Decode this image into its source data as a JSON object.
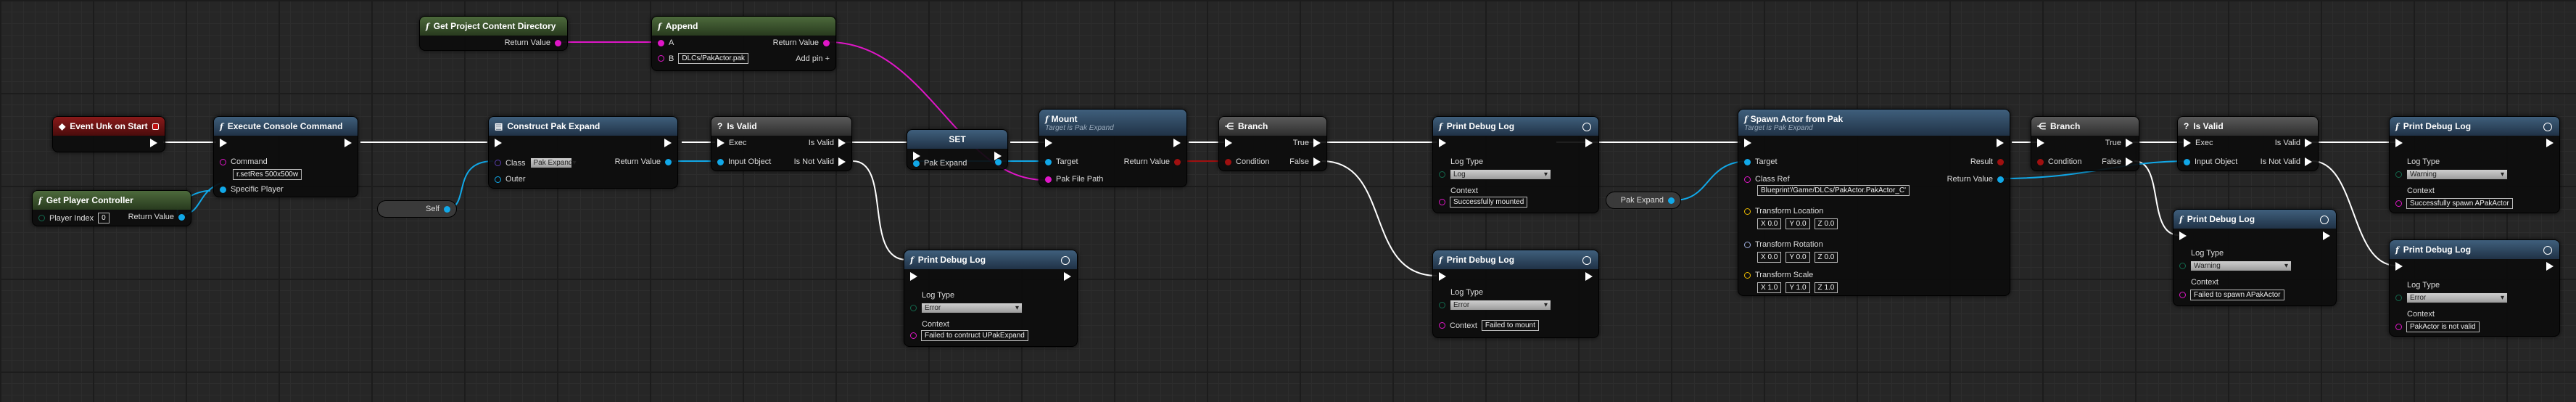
{
  "nodes": {
    "get_content_dir": {
      "title": "Get Project Content Directory",
      "return_value": "Return Value"
    },
    "append": {
      "title": "Append",
      "a": "A",
      "b": "B",
      "b_value": "DLCs/PakActor.pak",
      "return_value": "Return Value",
      "add_pin": "Add pin +"
    },
    "event_start": {
      "title": "Event Unk on Start"
    },
    "get_player_controller": {
      "title": "Get Player Controller",
      "player_index": "Player Index",
      "player_index_value": "0",
      "return_value": "Return Value"
    },
    "exec_console": {
      "title": "Execute Console Command",
      "command": "Command",
      "command_value": "r.setRes 500x500w",
      "specific_player": "Specific Player"
    },
    "self_node": {
      "label": "Self"
    },
    "construct_pak": {
      "title": "Construct Pak Expand",
      "class": "Class",
      "class_value": "Pak Expand",
      "outer": "Outer",
      "return_value": "Return Value"
    },
    "is_valid_1": {
      "title": "Is Valid",
      "exec": "Exec",
      "input_object": "Input Object",
      "is_valid": "Is Valid",
      "is_not_valid": "Is Not Valid"
    },
    "set_node": {
      "title": "SET",
      "pak_expand": "Pak Expand"
    },
    "mount": {
      "title": "Mount",
      "subtitle": "Target is Pak Expand",
      "target": "Target",
      "pak_file_path": "Pak File Path",
      "return_value": "Return Value"
    },
    "branch_1": {
      "title": "Branch",
      "condition": "Condition",
      "true": "True",
      "false": "False"
    },
    "print_1": {
      "title": "Print Debug Log",
      "log_type": "Log Type",
      "log_type_value": "Error",
      "context": "Context",
      "context_value": "Failed to contruct UPakExpand"
    },
    "print_2": {
      "title": "Print Debug Log",
      "log_type": "Log Type",
      "log_type_value": "Log",
      "context": "Context",
      "context_value": "Successfully mounted"
    },
    "print_3": {
      "title": "Print Debug Log",
      "log_type": "Log Type",
      "log_type_value": "Error",
      "context": "Context",
      "context_value": "Failed to mount"
    },
    "pak_expand_var": {
      "label": "Pak Expand"
    },
    "spawn_actor": {
      "title": "Spawn Actor from Pak",
      "subtitle": "Target is Pak Expand",
      "target": "Target",
      "class_ref": "Class Ref",
      "class_ref_value": "Blueprint'/Game/DLCs/PakActor.PakActor_C'",
      "transform_location": "Transform Location",
      "transform_rotation": "Transform Rotation",
      "transform_scale": "Transform Scale",
      "x": "X",
      "y": "Y",
      "z": "Z",
      "loc": [
        "0.0",
        "0.0",
        "0.0"
      ],
      "rot": [
        "0.0",
        "0.0",
        "0.0"
      ],
      "scale": [
        "1.0",
        "1.0",
        "1.0"
      ],
      "result": "Result",
      "return_value": "Return Value"
    },
    "branch_2": {
      "title": "Branch",
      "condition": "Condition",
      "true": "True",
      "false": "False"
    },
    "is_valid_2": {
      "title": "Is Valid",
      "exec": "Exec",
      "input_object": "Input Object",
      "is_valid": "Is Valid",
      "is_not_valid": "Is Not Valid"
    },
    "print_4": {
      "title": "Print Debug Log",
      "log_type": "Log Type",
      "log_type_value": "Warning",
      "context": "Context",
      "context_value": "Failed to spawn APakActor"
    },
    "print_5": {
      "title": "Print Debug Log",
      "log_type": "Log Type",
      "log_type_value": "Warning",
      "context": "Context",
      "context_value": "Successfully spawn APakActor"
    },
    "print_6": {
      "title": "Print Debug Log",
      "log_type": "Log Type",
      "log_type_value": "Error",
      "context": "Context",
      "context_value": "PakActor is not valid"
    }
  },
  "colors": {
    "exec": "#ffffff",
    "object": "#11a8e8",
    "string": "#e016c8",
    "bool": "#a01010",
    "function_header": "#3f5f7c",
    "event_header": "#8a1a1a"
  }
}
